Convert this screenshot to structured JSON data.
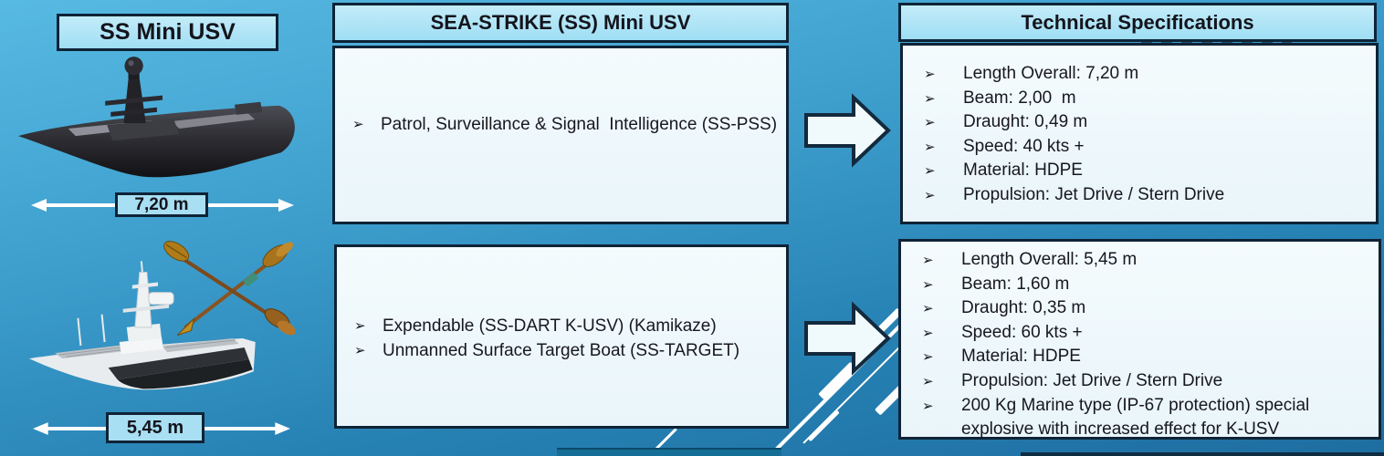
{
  "slide": {
    "left": {
      "title": "SS Mini USV",
      "dimension_top": "7,20 m",
      "dimension_bottom": "5,45 m"
    },
    "middle": {
      "header": "SEA-STRIKE (SS) Mini USV",
      "box1_bullets": [
        "Patrol, Surveillance & Signal  Intelligence (SS-PSS)"
      ],
      "box2_bullets": [
        "Expendable (SS-DART K-USV) (Kamikaze)",
        "Unmanned Surface Target Boat (SS-TARGET)"
      ]
    },
    "right": {
      "header": "Technical Specifications",
      "box1_bullets": [
        "Length Overall: 7,20 m",
        "Beam: 2,00  m",
        "Draught: 0,49 m",
        "Speed: 40 kts +",
        "Material: HDPE",
        "Propulsion: Jet Drive / Stern Drive"
      ],
      "box2_bullets": [
        "Length Overall: 5,45 m",
        "Beam: 1,60 m",
        "Draught: 0,35 m",
        "Speed: 60 kts +",
        "Material: HDPE",
        "Propulsion: Jet Drive / Stern Drive",
        "200 Kg Marine type (IP-67 protection) special explosive with increased effect for K-USV"
      ]
    }
  },
  "icons": {
    "bullet_glyph": "➢",
    "block_arrow": "right-block-arrow",
    "dimension_arrow": "double-headed-arrow",
    "crossed_arrows": "crossed-traditional-arrows"
  },
  "colors": {
    "background_top": "#57bae2",
    "background_bottom": "#1e6da1",
    "header_fill": "#ace3f6",
    "box_fill": "#eef8fb",
    "border": "#0f2336",
    "text": "#17171f",
    "stripe": "#ffffff"
  }
}
